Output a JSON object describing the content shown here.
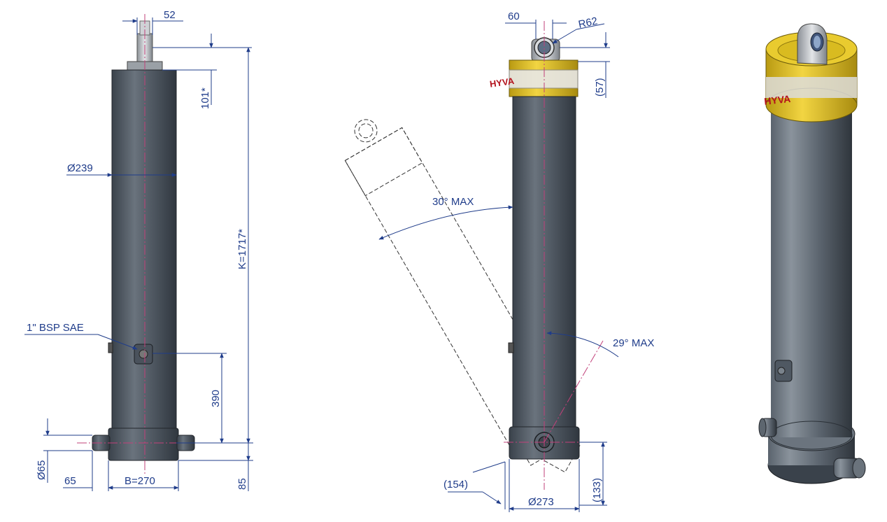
{
  "view_front": {
    "dim_top_width": "52",
    "dim_top_offset": "101*",
    "dim_diameter": "Ø239",
    "dim_length": "K=1717*",
    "dim_port": "1\" BSP SAE",
    "dim_port_height": "390",
    "dim_trunnion_dia": "Ø65",
    "dim_trunnion_len": "65",
    "dim_base_width": "B=270",
    "dim_base_height": "85"
  },
  "view_side": {
    "dim_eye_width": "60",
    "dim_eye_radius": "R62",
    "dim_eye_height": "(57)",
    "dim_tilt_forward": "30° MAX",
    "dim_tilt_back": "29° MAX",
    "dim_base_diag": "(154)",
    "dim_base_dia": "Ø273",
    "dim_base_height": "(133)"
  },
  "view_iso": {
    "logo_text": "HYVA"
  },
  "colors": {
    "body": "#4c5560",
    "dimension": "#1f3c8a",
    "centerline": "#c2407a",
    "collar": "#e8c72a"
  }
}
